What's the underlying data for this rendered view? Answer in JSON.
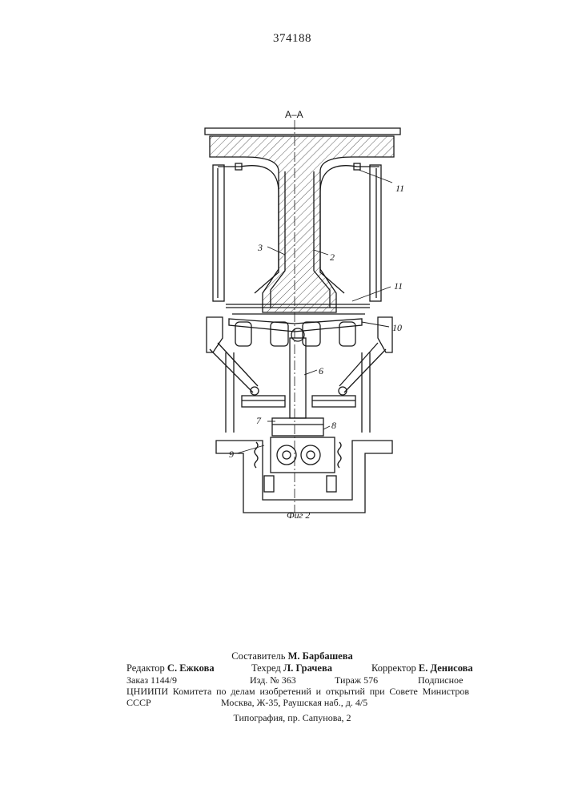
{
  "patent_number": "374188",
  "drawing": {
    "section_label": "А–А",
    "figure_caption": "Фиг 2",
    "callouts": [
      "11",
      "3",
      "2",
      "11",
      "10",
      "6",
      "7",
      "8",
      "9"
    ]
  },
  "footer": {
    "compiler_label": "Составитель",
    "compiler_name": "М. Барбашева",
    "editor_label": "Редактор",
    "editor_name": "С. Ежкова",
    "techred_label": "Техред",
    "techred_name": "Л. Грачева",
    "corrector_label": "Корректор",
    "corrector_name": "Е. Денисова",
    "order": "Заказ 1144/9",
    "edition": "Изд. № 363",
    "print_run": "Тираж 576",
    "subscription": "Подписное",
    "organization": "ЦНИИПИ Комитета по делам изобретений и открытий при Совете Министров СССР",
    "address": "Москва, Ж-35, Раушская наб., д. 4/5",
    "typography": "Типография, пр. Сапунова, 2"
  }
}
